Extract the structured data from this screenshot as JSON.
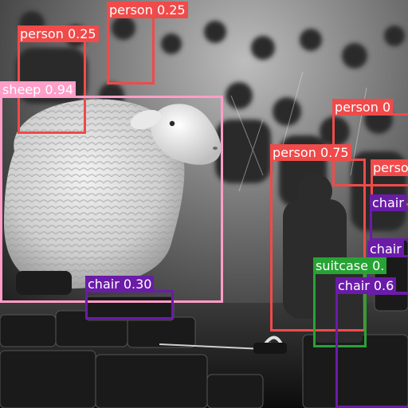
{
  "detections": [
    {
      "label": "person",
      "score": "0.25",
      "color": "#f04a4a"
    },
    {
      "label": "person",
      "score": "0.25",
      "color": "#f04a4a"
    },
    {
      "label": "sheep",
      "score": "0.94",
      "color": "#ff9ec8"
    },
    {
      "label": "person",
      "score": "0",
      "color": "#f04a4a"
    },
    {
      "label": "person",
      "score": "0.75",
      "color": "#f04a4a"
    },
    {
      "label": "perso",
      "score": "",
      "color": "#f04a4a"
    },
    {
      "label": "chair",
      "score": "",
      "color": "#6a1ca8"
    },
    {
      "label": "chair",
      "score": "",
      "color": "#6a1ca8"
    },
    {
      "label": "suitcase",
      "score": "0.",
      "color": "#27a334"
    },
    {
      "label": "chair",
      "score": "0.6",
      "color": "#6a1ca8"
    },
    {
      "label": "chair",
      "score": "0.30",
      "color": "#6a1ca8"
    }
  ]
}
